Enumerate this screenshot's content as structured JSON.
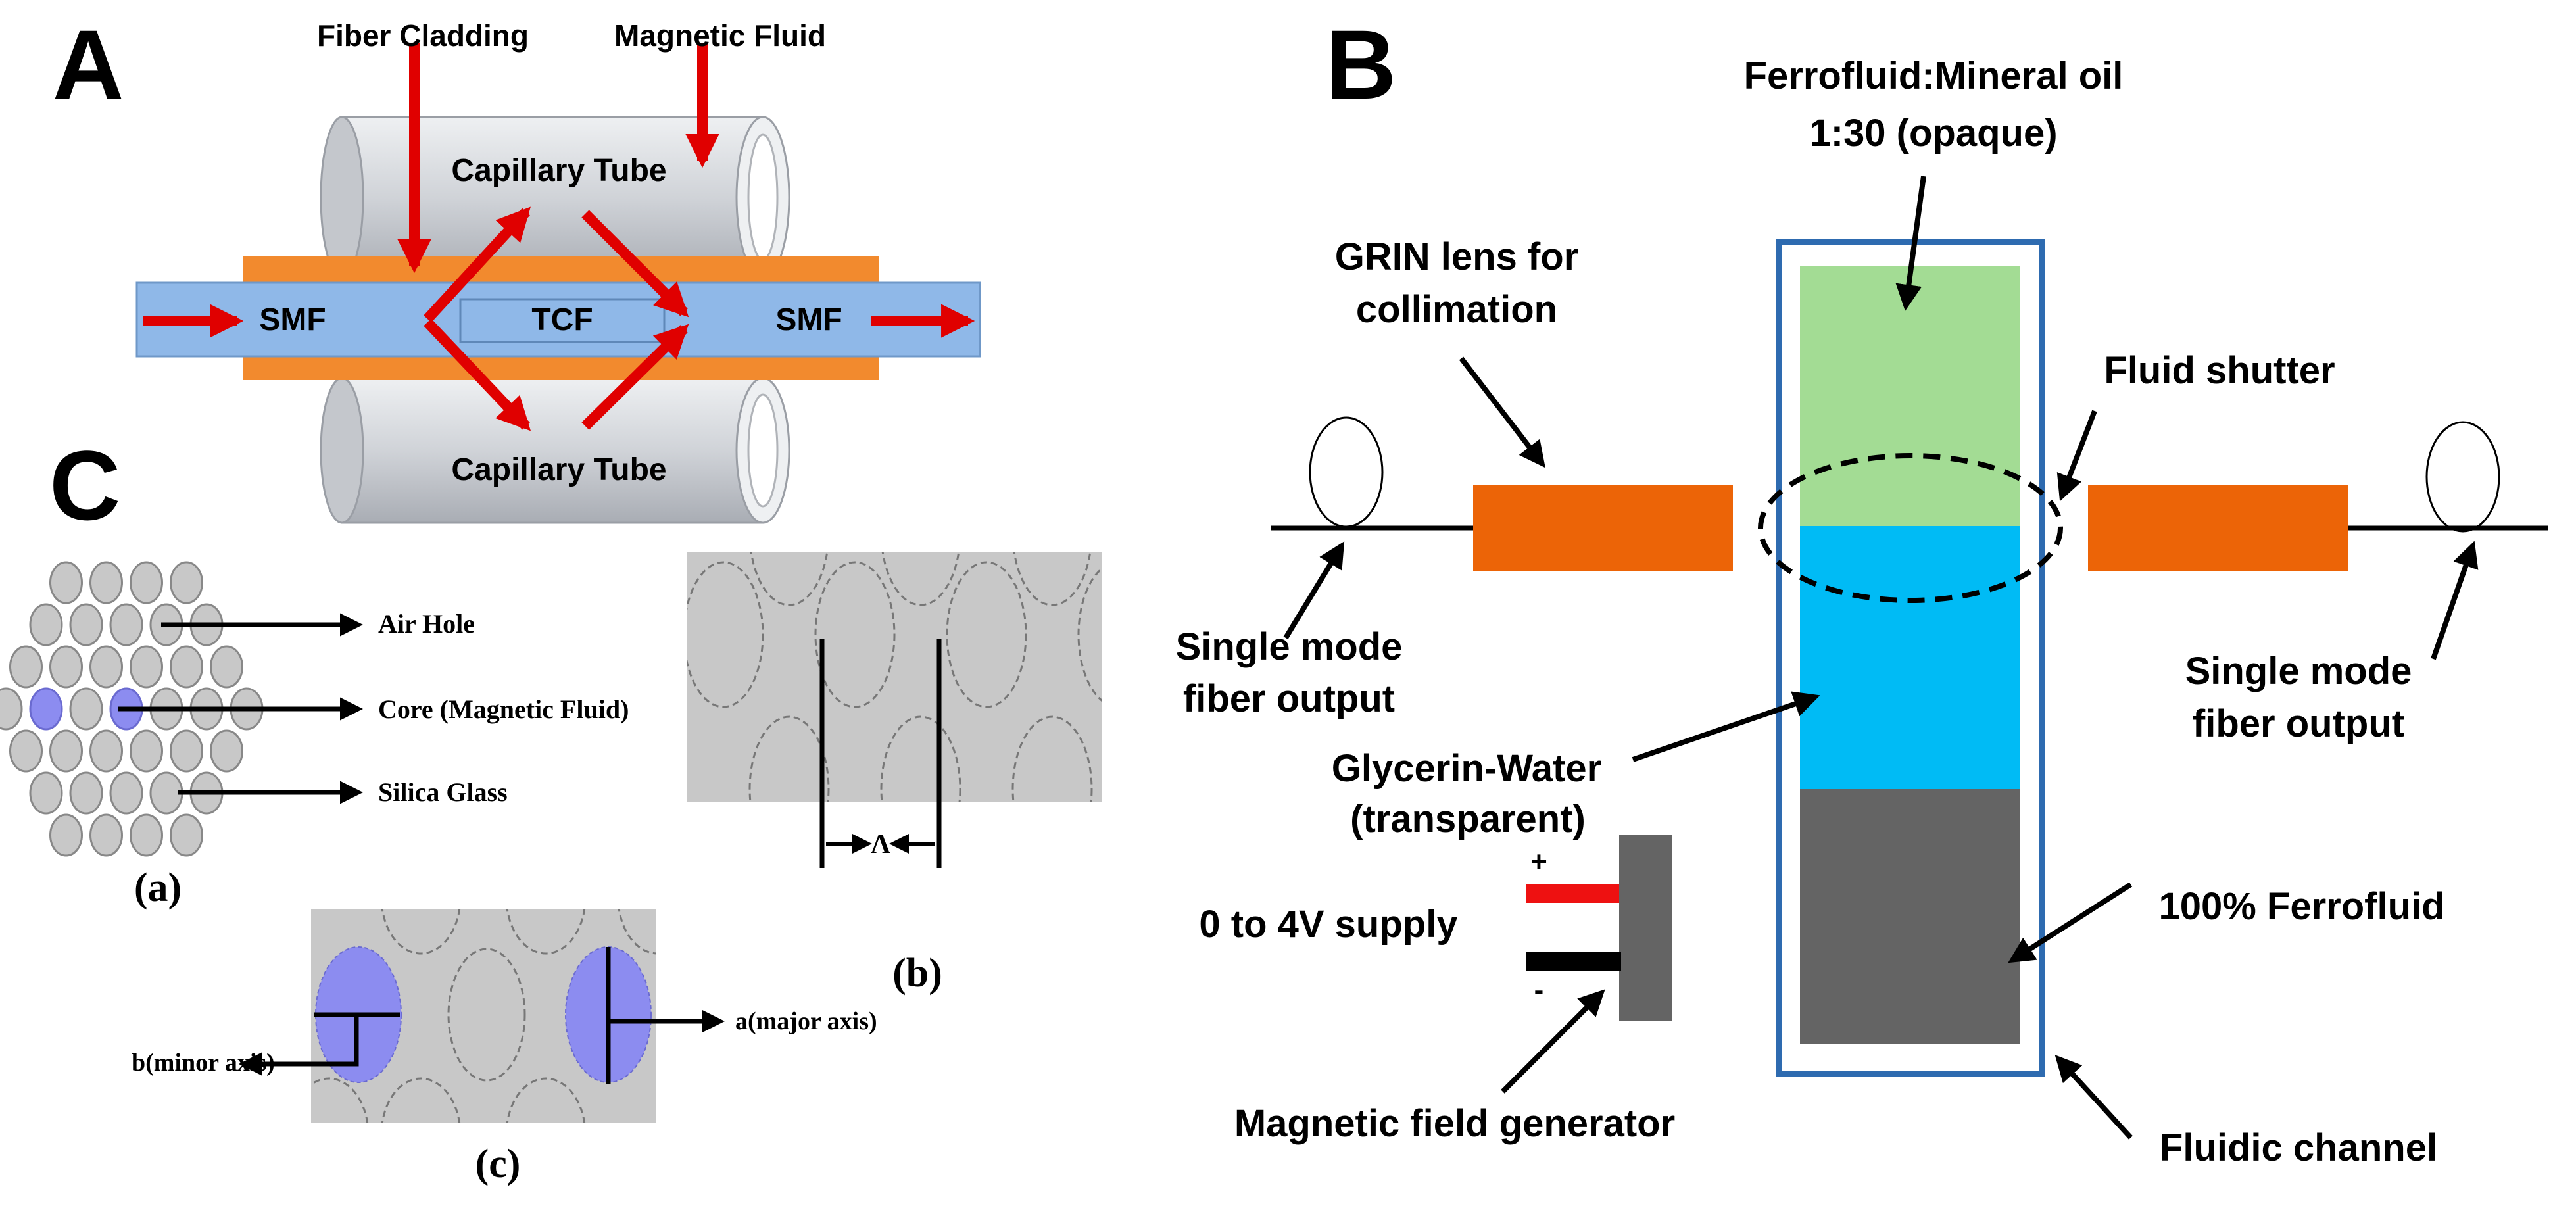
{
  "panels": {
    "A": {
      "letter": "A",
      "labels": {
        "fiber_cladding": "Fiber Cladding",
        "magnetic_fluid": "Magnetic Fluid",
        "capillary_top": "Capillary Tube",
        "capillary_bottom": "Capillary Tube",
        "smf_left": "SMF",
        "tcf": "TCF",
        "smf_right": "SMF"
      }
    },
    "B": {
      "letter": "B",
      "labels": {
        "ferrofluid_oil_line1": "Ferrofluid:Mineral oil",
        "ferrofluid_oil_line2": "1:30 (opaque)",
        "grin_line1": "GRIN lens for",
        "grin_line2": "collimation",
        "fluid_shutter": "Fluid shutter",
        "smf_out_left_line1": "Single mode",
        "smf_out_left_line2": "fiber output",
        "smf_out_right_line1": "Single mode",
        "smf_out_right_line2": "fiber output",
        "glycerin_line1": "Glycerin-Water",
        "glycerin_line2": "(transparent)",
        "supply": "0 to 4V supply",
        "plus": "+",
        "minus": "-",
        "ferrofluid_100": "100% Ferrofluid",
        "mag_gen": "Magnetic field generator",
        "fluidic_channel": "Fluidic channel"
      }
    },
    "C": {
      "letter": "C",
      "labels": {
        "air_hole": "Air Hole",
        "core": "Core (Magnetic Fluid)",
        "silica": "Silica Glass",
        "sub_a": "(a)",
        "sub_b": "(b)",
        "sub_c": "(c)",
        "lambda": "Λ",
        "minor_axis": "b(minor axis)",
        "major_axis": "a(major axis)"
      }
    }
  },
  "colors": {
    "red_arrow": "#e00000",
    "cladding_orange": "#f28a2e",
    "fiber_blue": "#8fb8e8",
    "tube_gray": "#d4d7dc",
    "grin_orange": "#ec6407",
    "channel_border": "#2e6bb0",
    "oil_green": "#a3dc94",
    "glycerin_blue": "#00bbf5",
    "ferrofluid_gray": "#646464",
    "hole_gray": "#c8c8c8",
    "core_purple": "#8c8cf0"
  }
}
